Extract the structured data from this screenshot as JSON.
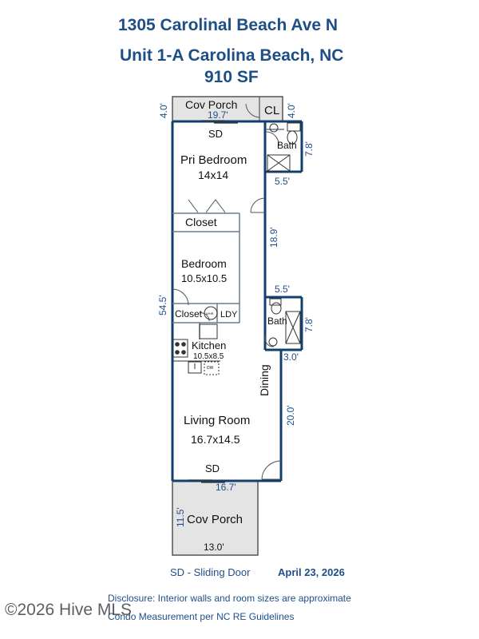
{
  "header": {
    "line1": "1305 Carolinal Beach Ave N",
    "line2": "Unit 1-A Carolina Beach, NC",
    "line3": "910 SF"
  },
  "rooms": {
    "cov_porch_top": "Cov Porch",
    "cl": "CL",
    "sd_top": "SD",
    "bath_top": "Bath",
    "pri_bedroom": "Pri Bedroom",
    "pri_bedroom_size": "14x14",
    "closet1": "Closet",
    "bedroom": "Bedroom",
    "bedroom_size": "10.5x10.5",
    "closet2": "Closet",
    "ldy": "LDY",
    "bath_mid": "Bath",
    "kitchen": "Kitchen",
    "kitchen_size": "10.5x8.5",
    "dining": "Dining",
    "living_room": "Living Room",
    "living_room_size": "16.7x14.5",
    "sd_bottom": "SD",
    "cov_porch_bottom": "Cov Porch"
  },
  "dimensions": {
    "top_left": "4.0'",
    "top_right": "4.0'",
    "porch_top_width": "19.7'",
    "bath_top_height": "7.8'",
    "bath_top_width": "5.5'",
    "hall_height": "18.9'",
    "bath_mid_width": "5.5'",
    "left_height": "54.5'",
    "bath_mid_height": "7.8'",
    "bath_mid_bottom": "3.0'",
    "living_height": "20.0'",
    "living_width": "16.7'",
    "porch_bottom_height": "11.5'",
    "porch_bottom_width": "13.0'"
  },
  "fixtures": {
    "whr": "WHR",
    "dw": "DW"
  },
  "footer": {
    "legend": "SD - Sliding Door",
    "date": "April 23, 2026",
    "disclosure": "Disclosure: Interior walls and room sizes are approximate",
    "measurement": "Condo Measurement per NC RE Guidelines",
    "watermark": "©2026 Hive MLS"
  },
  "colors": {
    "wall": "#123f6b",
    "dimension_text": "#1f4e8a",
    "porch_fill": "#e4e4e4",
    "header_text": "#1d4f86"
  }
}
